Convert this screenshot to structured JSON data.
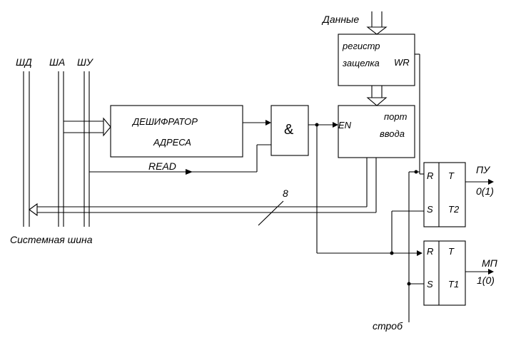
{
  "bus": {
    "data_bus": "ШД",
    "address_bus": "ША",
    "control_bus": "ШУ",
    "caption": "Системная шина"
  },
  "blocks": {
    "decoder_line1": "ДЕШИФРАТОР",
    "decoder_line2": "АДРЕСА",
    "and_gate": "&",
    "port_line1": "порт",
    "port_line2": "ввода",
    "port_enable": "EN",
    "latch_line1": "регистр",
    "latch_line2": "защелка",
    "latch_write": "WR",
    "trigger_t2_r": "R",
    "trigger_t2_s": "S",
    "trigger_t2_t": "T",
    "trigger_t2_name": "T2",
    "trigger_t1_r": "R",
    "trigger_t1_s": "S",
    "trigger_t1_t": "T",
    "trigger_t1_name": "T1"
  },
  "signals": {
    "data_in": "Данные",
    "read": "READ",
    "bus_width": "8",
    "strobe": "строб",
    "pu_name": "ПУ",
    "pu_value": "0(1)",
    "mp_name": "МП",
    "mp_value": "1(0)"
  }
}
